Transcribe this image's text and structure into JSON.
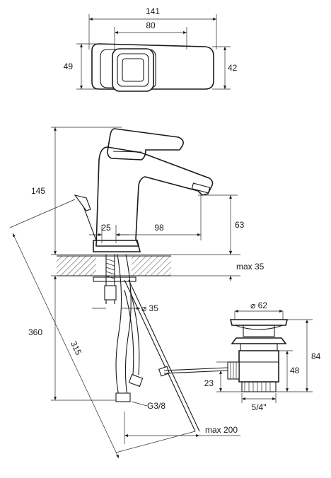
{
  "top_view": {
    "width_total": "141",
    "width_handle": "80",
    "depth_left": "49",
    "depth_right": "42"
  },
  "side_view": {
    "height_total": "145",
    "spout_offset": "25",
    "spout_reach": "98",
    "spout_height": "63",
    "deck_thickness": "max 35",
    "hole_diameter": "⌀ 35",
    "hose_length": "360",
    "rod_length": "315",
    "thread": "G3/8",
    "rod_reach": "max 200"
  },
  "waste": {
    "diameter": "⌀ 62",
    "height_total": "84",
    "height_body": "48",
    "rod_offset": "23",
    "thread": "5/4\""
  },
  "colors": {
    "line": "#1a1a1a",
    "hatch": "#333333",
    "background": "#ffffff"
  }
}
